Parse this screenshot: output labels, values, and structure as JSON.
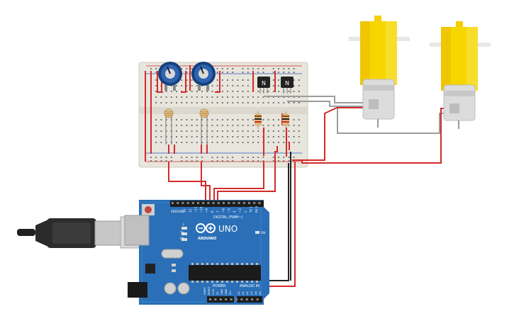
{
  "arduino": {
    "brand": "ARDUINO",
    "model": "UNO",
    "digital_header": "DIGITAL (PWM~)",
    "analog_header": "ANALOG IN",
    "power_header": "POWER",
    "aref": "AREF",
    "gnd": "GND",
    "on_led": "ON",
    "tx": "TX",
    "rx": "RX",
    "l_led": "L",
    "digital_pins": [
      "13",
      "12",
      "~11",
      "~10",
      "~9",
      "8",
      "7",
      "~6",
      "~5",
      "4",
      "~3",
      "2",
      "TX 1",
      "RX 0"
    ],
    "analog_pins": [
      "A0",
      "A1",
      "A2",
      "A3",
      "A4",
      "A5"
    ],
    "power_pins": [
      "IOREF",
      "RESET",
      "3.3V",
      "5V",
      "GND",
      "GND",
      "Vin"
    ]
  },
  "transistors": [
    {
      "label": "N"
    },
    {
      "label": "N"
    }
  ],
  "colors": {
    "wire_red": "#d42a2a",
    "wire_black": "#222222",
    "wire_gray": "#9a9a9a",
    "board_blue": "#2a6db4",
    "breadboard": "#e9e6df",
    "motor_yellow": "#f5d300",
    "pot_blue": "#1d4f91"
  }
}
